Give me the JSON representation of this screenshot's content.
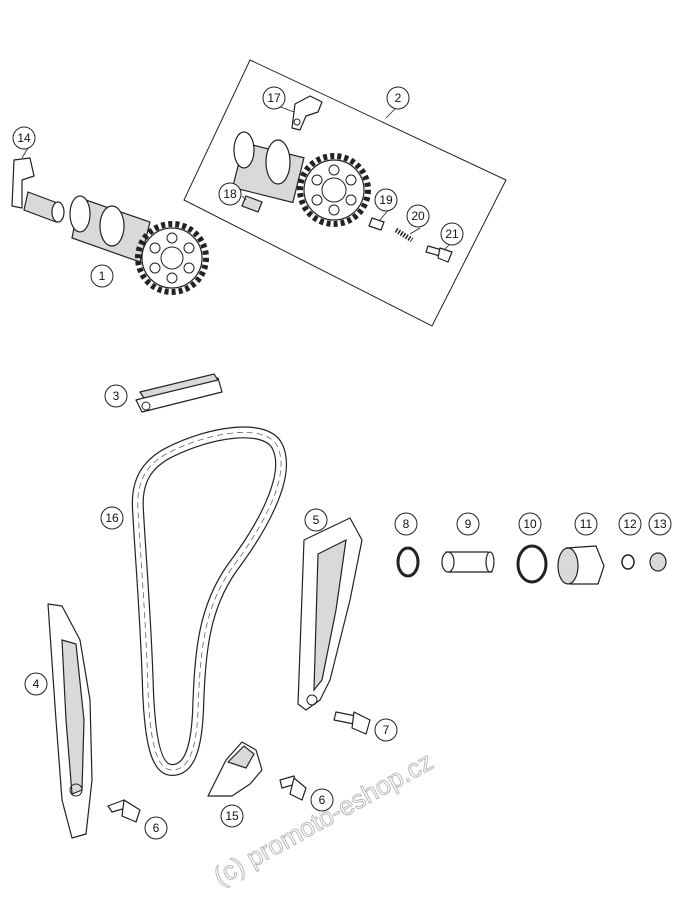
{
  "callouts": {
    "c1": "1",
    "c2": "2",
    "c3": "3",
    "c4": "4",
    "c5": "5",
    "c6a": "6",
    "c6b": "6",
    "c7": "7",
    "c8": "8",
    "c9": "9",
    "c10": "10",
    "c11": "11",
    "c12": "12",
    "c13": "13",
    "c14": "14",
    "c15": "15",
    "c16": "16",
    "c17": "17",
    "c18": "18",
    "c19": "19",
    "c20": "20",
    "c21": "21"
  },
  "watermark": "(c) promoto-eshop.cz"
}
